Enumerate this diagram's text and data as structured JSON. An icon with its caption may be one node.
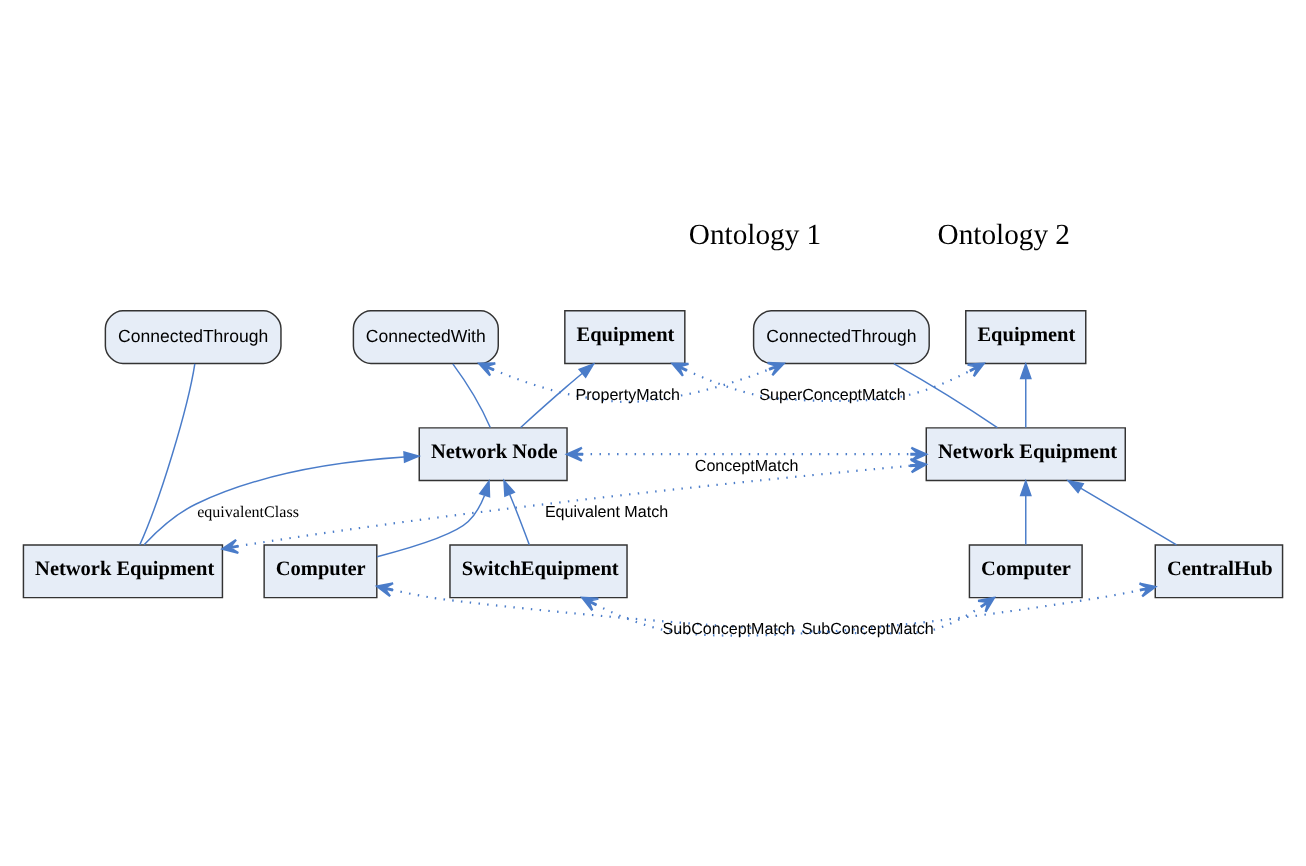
{
  "diagram": {
    "nodes": [
      {
        "text": [
          "Equipment"
        ]
      },
      {
        "text": [
          "Equipment"
        ]
      },
      {
        "text": [
          "ConnectedWith"
        ]
      },
      {
        "text": [
          "ConnectedThrough"
        ]
      },
      {
        "text": [
          "Network Node"
        ]
      },
      {
        "text": [
          "Network Equipment"
        ]
      },
      {
        "text": [
          "ConnectedThrough"
        ]
      },
      {
        "text": [
          "Network Equipment"
        ]
      },
      {
        "text": [
          "Computer"
        ]
      },
      {
        "text": [
          "SwitchEquipment"
        ]
      },
      {
        "text": [
          "Computer"
        ]
      },
      {
        "text": [
          "CentralHub"
        ]
      }
    ],
    "edges": [
      {
        "from": 4,
        "to": 0,
        "arrow": "to"
      },
      {
        "from": 5,
        "to": 1,
        "arrow": "to"
      },
      {
        "from": 2,
        "to": 4,
        "arrow": "none"
      },
      {
        "from": 3,
        "to": 5,
        "arrow": "none"
      },
      {
        "from": 6,
        "to": 7,
        "arrow": "none"
      },
      {
        "from": 7,
        "to": 4,
        "arrow": "to",
        "label": "equivalentClass"
      },
      {
        "from": 8,
        "to": 4,
        "arrow": "to"
      },
      {
        "from": 9,
        "to": 4,
        "arrow": "to"
      },
      {
        "from": 10,
        "to": 5,
        "arrow": "to"
      },
      {
        "from": 11,
        "to": 5,
        "arrow": "to"
      },
      {
        "from": 0,
        "to": 1,
        "arrow": "both",
        "style": "dashed",
        "label": "SuperConceptMatch"
      },
      {
        "from": 2,
        "to": 3,
        "arrow": "both",
        "style": "dashed",
        "label": "PropertyMatch"
      },
      {
        "from": 4,
        "to": 5,
        "arrow": "both",
        "style": "dashed",
        "label": "ConceptMatch"
      },
      {
        "from": 7,
        "to": 5,
        "arrow": "both",
        "style": "dashed",
        "label": "Equivalent Match"
      },
      {
        "from": 8,
        "to": 10,
        "arrow": "both",
        "style": "dashed",
        "label": "SubConceptMatch"
      },
      {
        "from": 9,
        "to": 11,
        "arrow": "both",
        "style": "dashed",
        "label": "SubConceptMatch"
      }
    ],
    "labels": [
      "Ontology 1",
      "Ontology 2"
    ]
  }
}
